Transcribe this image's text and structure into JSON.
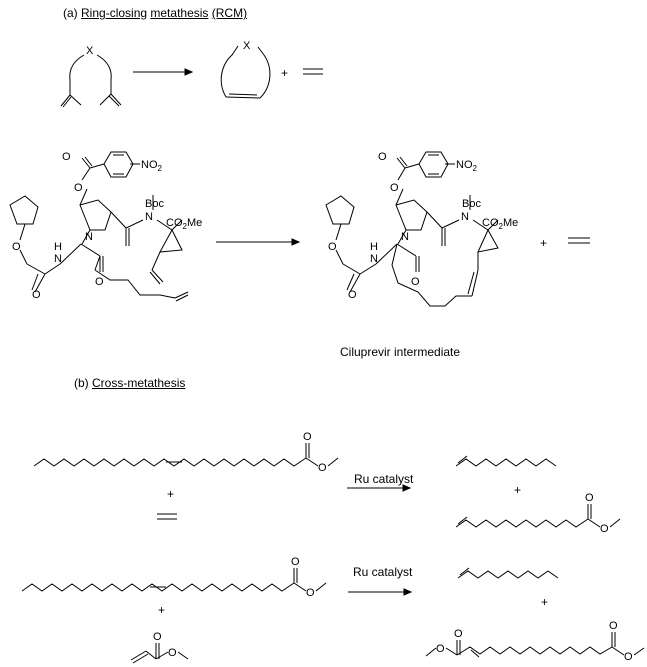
{
  "section_a": {
    "tag": "(a)",
    "title_words": [
      "Ring-closing",
      "metathesis",
      "(RCM)"
    ]
  },
  "section_b": {
    "tag": "(b)",
    "title_words": [
      "Cross-metathesis"
    ]
  },
  "atoms": {
    "x": "X",
    "n": "N",
    "h": "H",
    "o": "O",
    "boc": "Boc",
    "nitro": "NO2",
    "ester": "CO2Me"
  },
  "plus": "+",
  "caption": "Ciluprevir intermediate",
  "catalyst_label": "Ru catalyst"
}
